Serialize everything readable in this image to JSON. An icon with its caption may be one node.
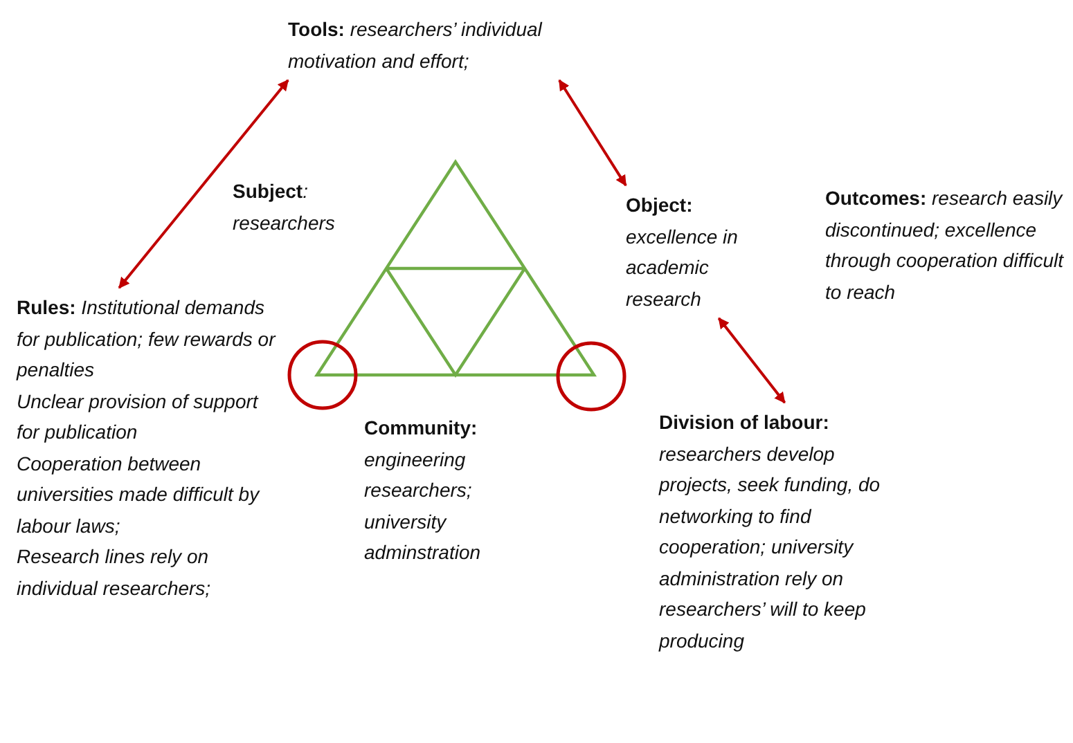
{
  "diagram": {
    "nodes": [
      {
        "text": [
          "**Tools:** researchers’ individual motivation and effort;"
        ]
      },
      {
        "text": [
          "**Subject**: researchers"
        ]
      },
      {
        "text": [
          "**Object:** excellence in academic research"
        ]
      },
      {
        "text": [
          "**Outcomes:** research easily discontinued; excellence through cooperation difficult to reach"
        ]
      },
      {
        "text": [
          "**Rules:** Institutional demands for publication; few rewards or penalties",
          "Unclear provision of support for publication",
          "Cooperation between universities made difficult by labour laws;",
          "Research lines rely on individual researchers;"
        ]
      },
      {
        "text": [
          "**Community:** engineering researchers; university adminstration"
        ]
      },
      {
        "text": [
          "**Division of labour:** researchers develop projects, seek funding, do networking to find cooperation; university administration rely on researchers’ will to keep producing"
        ]
      }
    ],
    "edges": [
      {
        "from": 4,
        "to": 0,
        "arrow": "both"
      },
      {
        "from": 0,
        "to": 2,
        "arrow": "both"
      },
      {
        "from": 2,
        "to": 6,
        "arrow": "both"
      }
    ]
  }
}
